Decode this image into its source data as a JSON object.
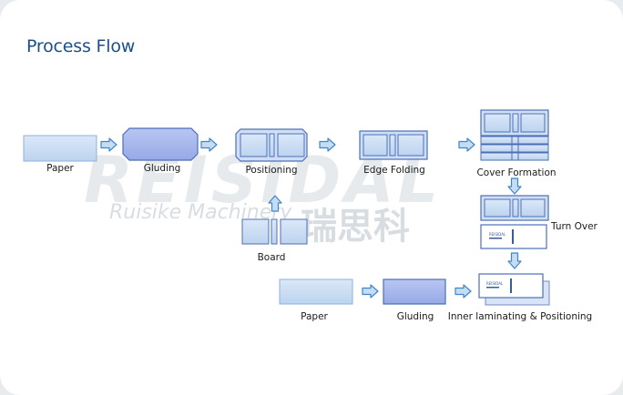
{
  "title": "Process Flow",
  "watermark": {
    "brand": "REISIDAL",
    "name": "Ruisike Machinery",
    "chinese": "瑞思科"
  },
  "steps": {
    "paper": "Paper",
    "gluding": "Gluding",
    "positioning": "Positioning",
    "edge_folding": "Edge Folding",
    "cover_formation": "Cover Formation",
    "board": "Board",
    "turn_over": "Turn Over",
    "paper_2": "Paper",
    "gluding_2": "Gluding",
    "inner_laminating": "Inner laminating & Positioning"
  },
  "logo_text": "REISIDAL",
  "colors": {
    "title": "#1b4f8c",
    "box_fill_light": "#c9dcf4",
    "box_fill_mid": "#a8b8ee",
    "box_stroke": "#4d6fb8",
    "arrow_fill": "#c5dcf3",
    "arrow_stroke": "#3f86c9"
  }
}
